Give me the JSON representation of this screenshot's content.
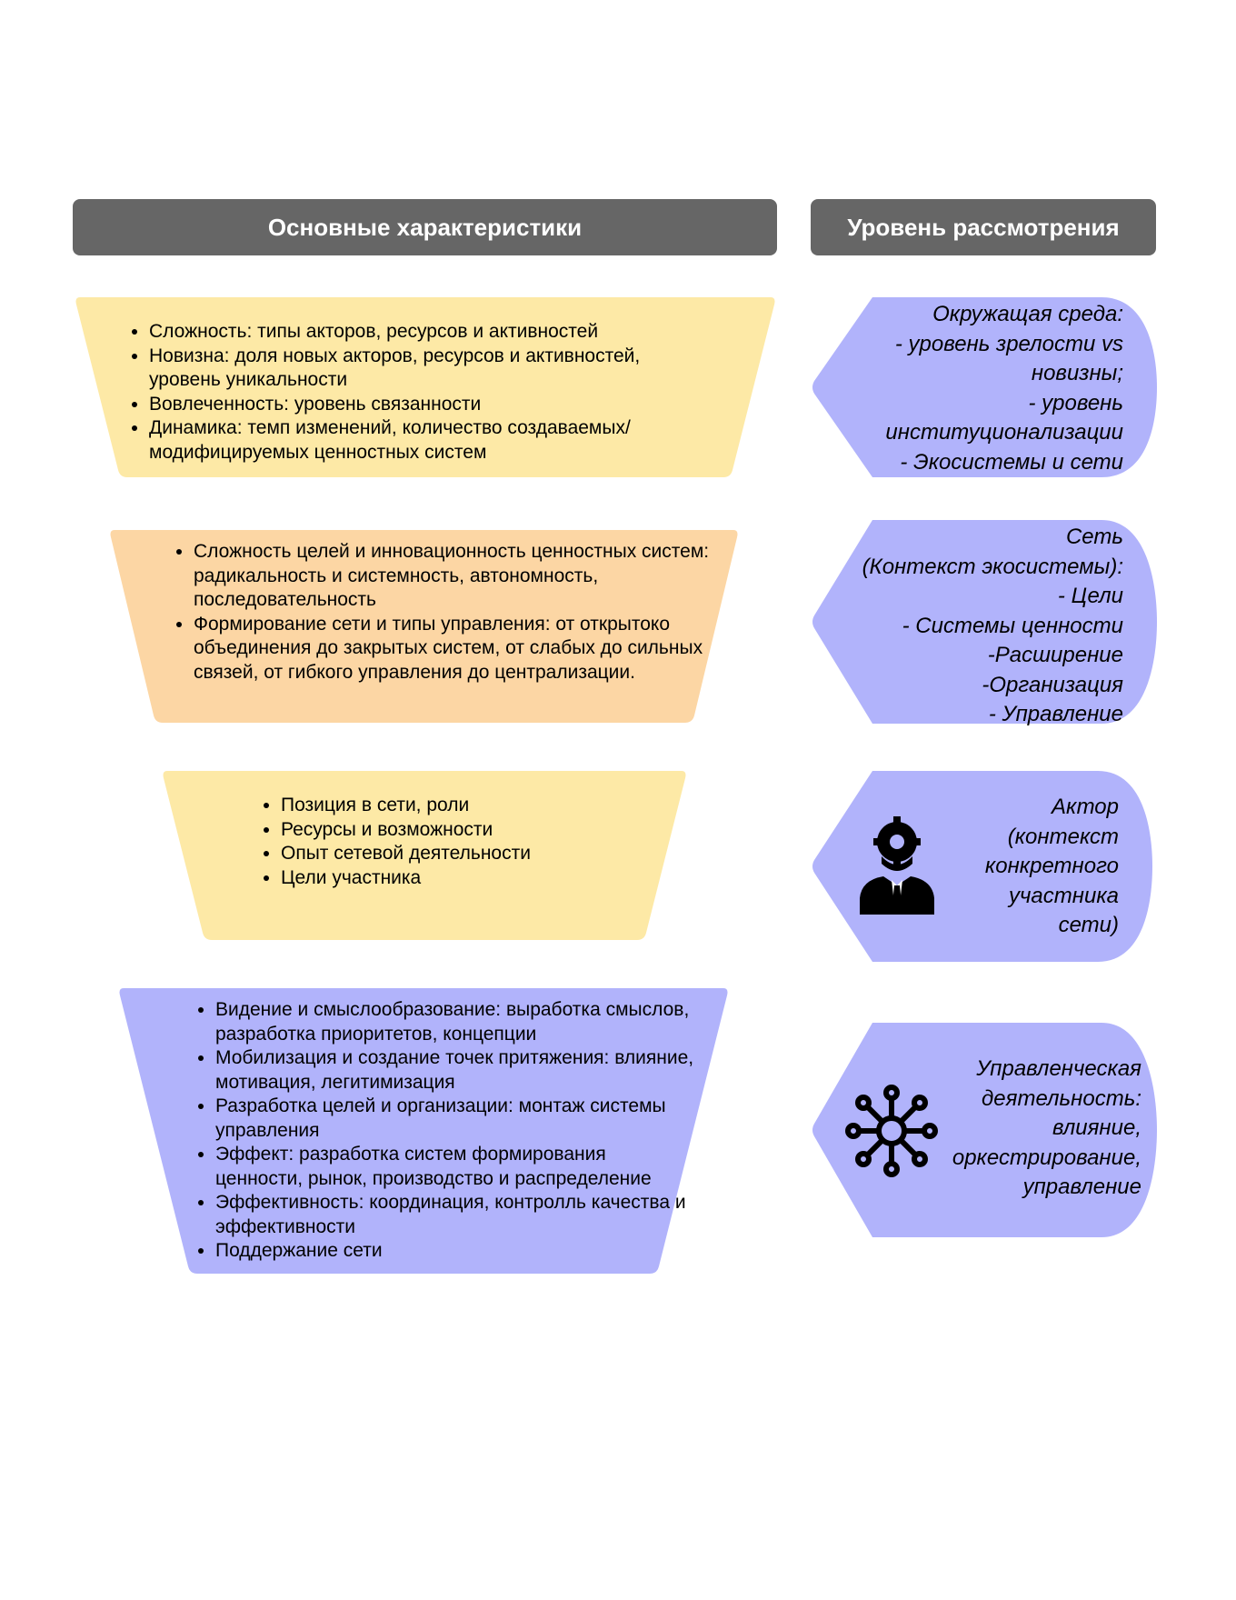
{
  "headers": {
    "characteristics": "Основные характеристики",
    "level": "Уровень рассмотрения"
  },
  "colors": {
    "header_bg": "#666666",
    "yellow": "#fde9a6",
    "orange": "#fcd6a4",
    "purple": "#b1b3fb"
  },
  "rows": [
    {
      "bullets": [
        "Сложность: типы акторов, ресурсов и активностей",
        "Новизна: доля новых акторов, ресурсов и активностей, уровень уникальности",
        "Вовлеченность: уровень связанности",
        "Динамика: темп изменений, количество создаваемых/модифицируемых ценностных систем"
      ],
      "level_lines": [
        "Окружащая среда:",
        "- уровень зрелости vs",
        "новизны;",
        "- уровень",
        "институционализации",
        "- Экосистемы и сети"
      ]
    },
    {
      "bullets": [
        "Сложность целей и инновационность ценностных систем: радикальность и системность, автономность, последовательность",
        "Формирование сети и типы управления: от открытоко объединения до закрытых систем, от слабых до сильных связей, от гибкого управления до централизации."
      ],
      "level_lines": [
        "Сеть",
        "(Контекст экосистемы):",
        "- Цели",
        "- Системы ценности",
        "-Расширение",
        "-Организация",
        "- Управление"
      ]
    },
    {
      "bullets": [
        "Позиция в сети, роли",
        "Ресурсы и возможности",
        "Опыт сетевой деятельности",
        "Цели участника"
      ],
      "level_lines": [
        "Актор",
        "(контекст",
        "конкретного",
        "участника",
        "сети)"
      ],
      "icon": "businessman-gear-icon"
    },
    {
      "bullets": [
        "Видение и смыслообразование: выработка смыслов, разработка приоритетов, концепции",
        "Мобилизация и создание точек притяжения: влияние, мотивация, легитимизация",
        "Разработка целей и организации: монтаж системы управления",
        "Эффект: разработка систем формирования ценности, рынок, производство и распределение",
        "Эффективность: координация, контролль качества и эффективности",
        "Поддержание сети"
      ],
      "level_lines": [
        "Управленческая",
        "деятельность:",
        "влияние,",
        "оркестрирование,",
        "управление"
      ],
      "icon": "network-hub-icon"
    }
  ]
}
